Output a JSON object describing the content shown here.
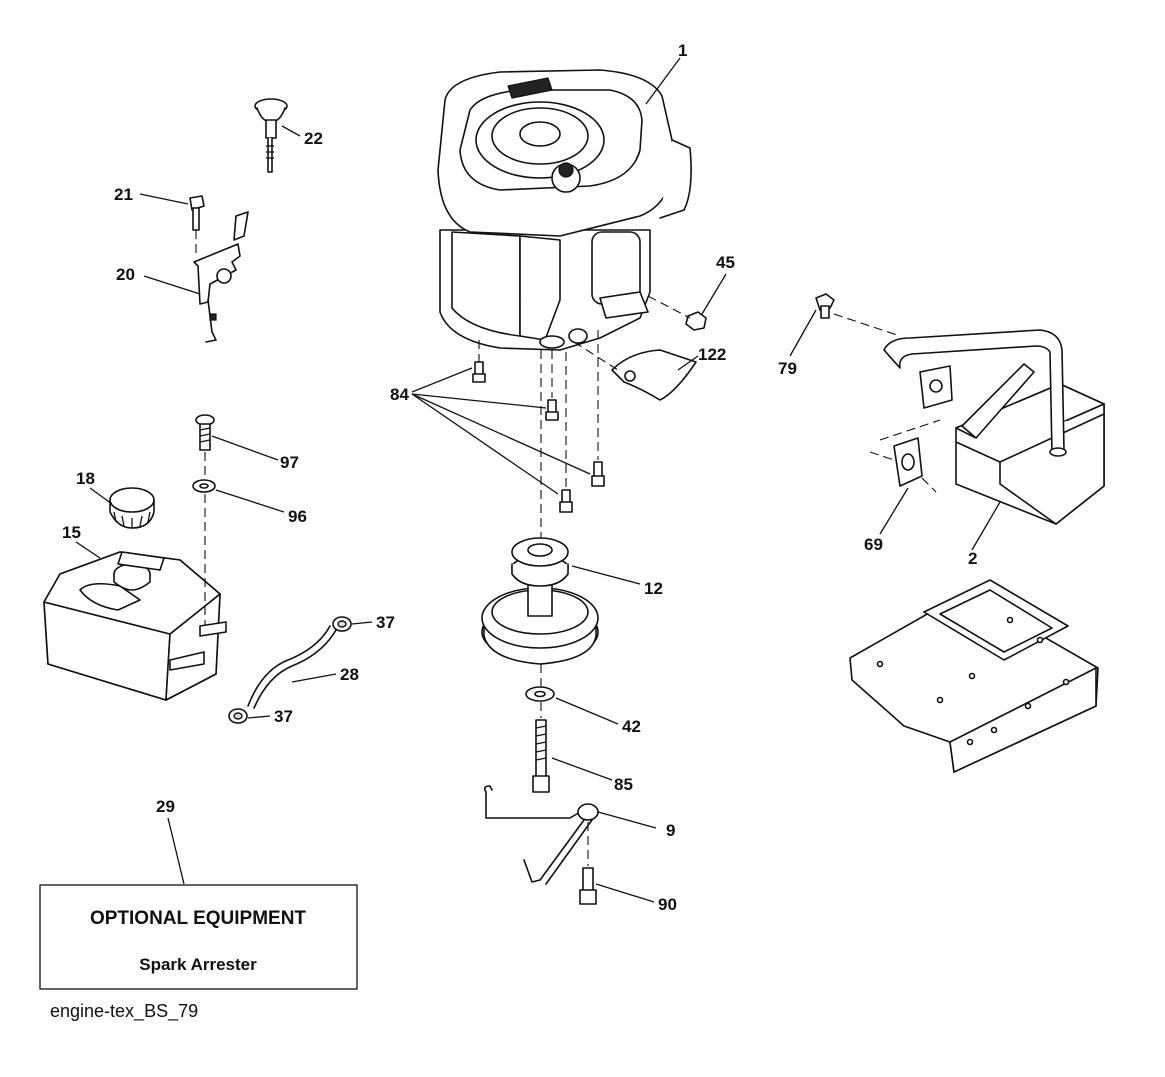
{
  "callouts": {
    "c1": "1",
    "c2": "2",
    "c9": "9",
    "c12": "12",
    "c15": "15",
    "c18": "18",
    "c20": "20",
    "c21": "21",
    "c22": "22",
    "c28": "28",
    "c29": "29",
    "c37a": "37",
    "c37b": "37",
    "c42": "42",
    "c45": "45",
    "c69": "69",
    "c79": "79",
    "c84": "84",
    "c85": "85",
    "c90": "90",
    "c96": "96",
    "c97": "97",
    "c122": "122"
  },
  "optional_box": {
    "title": "OPTIONAL EQUIPMENT",
    "subtitle": "Spark Arrester"
  },
  "drawing_id": "engine-tex_BS_79",
  "colors": {
    "ink": "#111111",
    "paper": "#ffffff"
  }
}
